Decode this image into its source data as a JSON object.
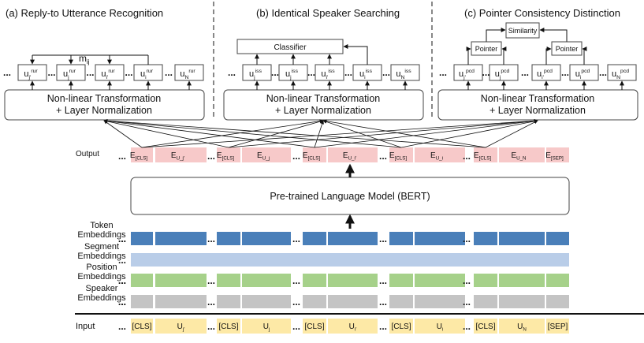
{
  "panels": {
    "a": {
      "title": "(a) Reply-to Utterance Recognition",
      "head": "Non-linear Transformation\n+ Layer Normalization",
      "nodes": [
        {
          "base": "u",
          "sub": "j'",
          "sup": "rur"
        },
        {
          "base": "u",
          "sub": "j",
          "sup": "rur"
        },
        {
          "base": "u",
          "sub": "i'",
          "sup": "rur"
        },
        {
          "base": "u",
          "sub": "i",
          "sup": "rur"
        },
        {
          "base": "u",
          "sub": "N",
          "sup": "rur"
        }
      ],
      "score_label": "m",
      "score_sub": "ij"
    },
    "b": {
      "title": "(b) Identical Speaker Searching",
      "head": "Non-linear Transformation\n+ Layer Normalization",
      "classifier": "Classifier",
      "nodes": [
        {
          "base": "u",
          "sub": "j",
          "sup": "iss"
        },
        {
          "base": "u",
          "sub": "j",
          "sup": "iss"
        },
        {
          "base": "u",
          "sub": "i'",
          "sup": "iss"
        },
        {
          "base": "u",
          "sub": "i",
          "sup": "iss"
        },
        {
          "base": "u",
          "sub": "N",
          "sup": "iss"
        }
      ]
    },
    "c": {
      "title": "(c) Pointer Consistency Distinction",
      "head": "Non-linear Transformation\n+ Layer Normalization",
      "similarity": "Similarity",
      "pointer": "Pointer",
      "nodes": [
        {
          "base": "u",
          "sub": "j'",
          "sup": "pcd"
        },
        {
          "base": "u",
          "sub": "j",
          "sup": "pcd"
        },
        {
          "base": "u",
          "sub": "i'",
          "sup": "pcd"
        },
        {
          "base": "u",
          "sub": "i",
          "sup": "pcd"
        },
        {
          "base": "u",
          "sub": "N",
          "sup": "pcd"
        }
      ]
    }
  },
  "ellipsis": "...",
  "output_label": "Output",
  "output_tokens": [
    {
      "base": "E",
      "sub": "[CLS]"
    },
    {
      "base": "E",
      "sub": "U_j'"
    },
    {
      "base": "E",
      "sub": "[CLS]"
    },
    {
      "base": "E",
      "sub": "U_j"
    },
    {
      "base": "E",
      "sub": "[CLS]"
    },
    {
      "base": "E",
      "sub": "U_i'"
    },
    {
      "base": "E",
      "sub": "[CLS]"
    },
    {
      "base": "E",
      "sub": "U_i"
    },
    {
      "base": "E",
      "sub": "[CLS]"
    },
    {
      "base": "E",
      "sub": "U_N"
    },
    {
      "base": "E",
      "sub": "[SEP]"
    }
  ],
  "plm": "Pre-trained Language Model (BERT)",
  "embeddings": [
    {
      "label": "Token\nEmbeddings",
      "color": "#4a7fb9"
    },
    {
      "label": "Segment\nEmbeddings",
      "color": "#b9cde8"
    },
    {
      "label": "Position\nEmbeddings",
      "color": "#a6d18a"
    },
    {
      "label": "Speaker\nEmbeddings",
      "color": "#c4c4c4"
    }
  ],
  "input_label": "Input",
  "input_tokens": [
    {
      "base": "[CLS]",
      "sub": ""
    },
    {
      "base": "U",
      "sub": "j'"
    },
    {
      "base": "[CLS]",
      "sub": ""
    },
    {
      "base": "U",
      "sub": "j"
    },
    {
      "base": "[CLS]",
      "sub": ""
    },
    {
      "base": "U",
      "sub": "i'"
    },
    {
      "base": "[CLS]",
      "sub": ""
    },
    {
      "base": "U",
      "sub": "i"
    },
    {
      "base": "[CLS]",
      "sub": ""
    },
    {
      "base": "U",
      "sub": "N"
    },
    {
      "base": "[SEP]",
      "sub": ""
    }
  ],
  "colors": {
    "output": "#f7c9c9",
    "input": "#fde9a6",
    "stroke": "#444444"
  }
}
